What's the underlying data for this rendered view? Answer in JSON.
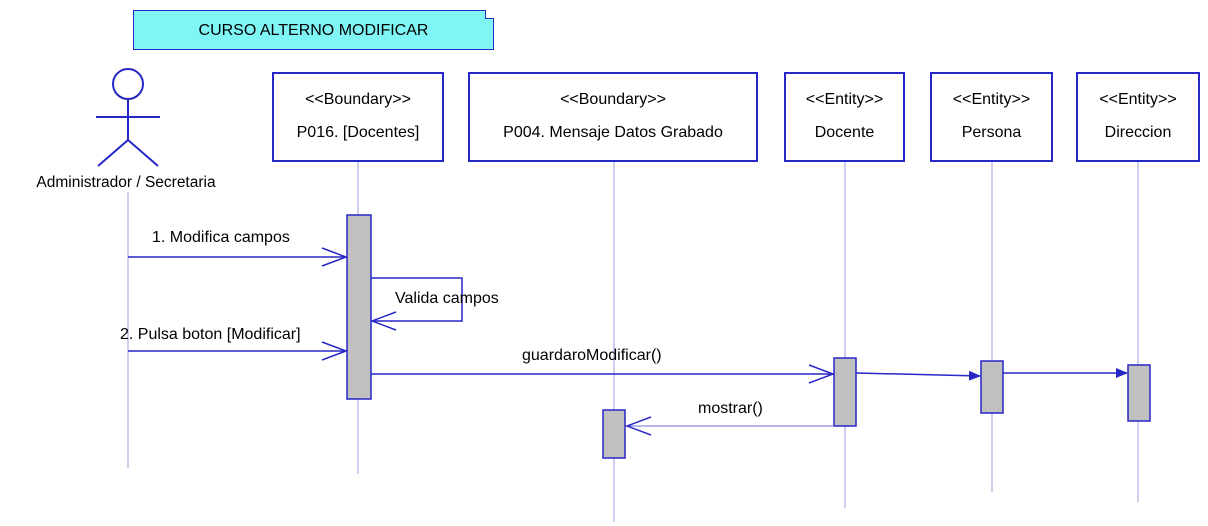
{
  "note": {
    "text": "CURSO ALTERNO MODIFICAR"
  },
  "actor": {
    "label": "Administrador / Secretaria"
  },
  "objects": [
    {
      "stereotype": "<<Boundary>>",
      "name": "P016. [Docentes]"
    },
    {
      "stereotype": "<<Boundary>>",
      "name": "P004. Mensaje Datos Grabado"
    },
    {
      "stereotype": "<<Entity>>",
      "name": "Docente"
    },
    {
      "stereotype": "<<Entity>>",
      "name": "Persona"
    },
    {
      "stereotype": "<<Entity>>",
      "name": "Direccion"
    }
  ],
  "messages": [
    {
      "label": "1. Modifica campos"
    },
    {
      "label": "Valida campos"
    },
    {
      "label": "2. Pulsa boton [Modificar]"
    },
    {
      "label": "guardaroModificar()"
    },
    {
      "label": "mostrar()"
    }
  ],
  "colors": {
    "line": "#2727c8",
    "note_fill": "#7ff6f5",
    "activation_fill": "#c0c0c0",
    "lifeline": "#9c9ce0"
  }
}
